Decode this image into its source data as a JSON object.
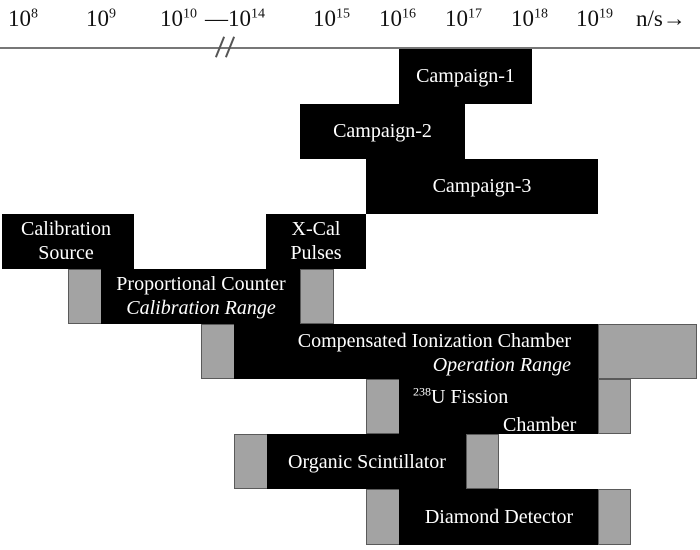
{
  "axis": {
    "ticks": [
      {
        "base": "10",
        "exp": "8"
      },
      {
        "base": "10",
        "exp": "9"
      },
      {
        "base": "10",
        "exp": "10"
      },
      {
        "base": "—10",
        "exp": "14"
      },
      {
        "base": "10",
        "exp": "15"
      },
      {
        "base": "10",
        "exp": "16"
      },
      {
        "base": "10",
        "exp": "17"
      },
      {
        "base": "10",
        "exp": "18"
      },
      {
        "base": "10",
        "exp": "19"
      }
    ],
    "unit": "n/s→",
    "scale": "log",
    "axis_break": "between 10^10 and 10^14"
  },
  "colors": {
    "range_fill": "#000000",
    "extension_fill": "#a3a3a3",
    "axis_line": "#777777"
  },
  "labels": {
    "campaign1": "Campaign-1",
    "campaign2": "Campaign-2",
    "campaign3": "Campaign-3",
    "calib_line1": "Calibration",
    "calib_line2": "Source",
    "xcal_line1": "X-Cal",
    "xcal_line2": "Pulses",
    "pc_line1": "Proportional Counter",
    "pc_line2": "Calibration Range",
    "cic_line1": "Compensated Ionization Chamber",
    "cic_line2": "Operation Range",
    "fission_sup": "238",
    "fission_line1": "U Fission",
    "fission_line2": "Chamber",
    "organic": "Organic Scintillator",
    "diamond": "Diamond Detector"
  }
}
